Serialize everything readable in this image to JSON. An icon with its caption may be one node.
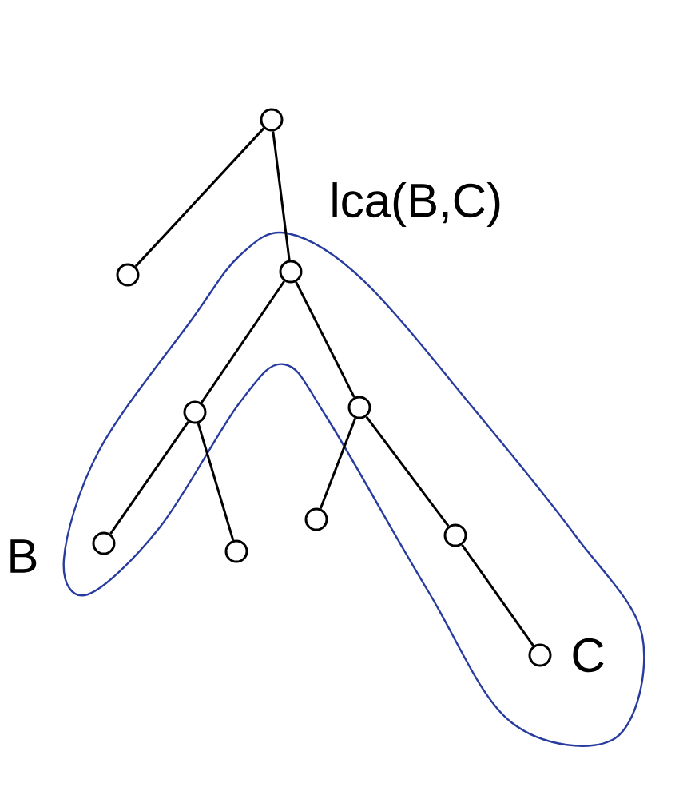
{
  "diagram": {
    "nodes": [
      {
        "text": [],
        "shape": "circle"
      },
      {
        "text": [],
        "shape": "circle"
      },
      {
        "text": [],
        "shape": "circle",
        "beside": [
          "lca(B,C)"
        ]
      },
      {
        "text": [],
        "shape": "circle"
      },
      {
        "text": [],
        "shape": "circle"
      },
      {
        "text": [],
        "shape": "circle",
        "beside": [
          "B"
        ]
      },
      {
        "text": [],
        "shape": "circle"
      },
      {
        "text": [],
        "shape": "circle"
      },
      {
        "text": [],
        "shape": "circle"
      },
      {
        "text": [],
        "shape": "circle",
        "beside": [
          "C"
        ]
      }
    ],
    "edges": [
      {
        "from": 0,
        "to": 1,
        "arrow": "none"
      },
      {
        "from": 0,
        "to": 2,
        "arrow": "none"
      },
      {
        "from": 2,
        "to": 3,
        "arrow": "none"
      },
      {
        "from": 2,
        "to": 4,
        "arrow": "none"
      },
      {
        "from": 3,
        "to": 5,
        "arrow": "none"
      },
      {
        "from": 3,
        "to": 6,
        "arrow": "none"
      },
      {
        "from": 4,
        "to": 7,
        "arrow": "none"
      },
      {
        "from": 4,
        "to": 8,
        "arrow": "none"
      },
      {
        "from": 8,
        "to": 9,
        "arrow": "none"
      }
    ]
  }
}
